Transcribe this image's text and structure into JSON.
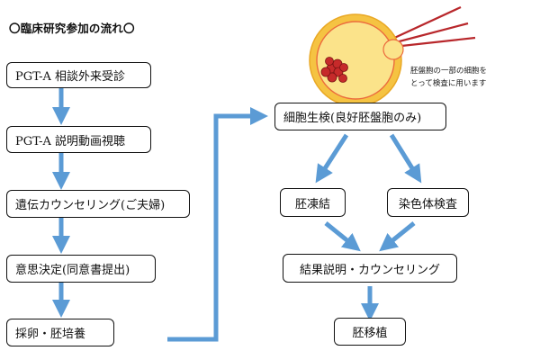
{
  "title": "〇臨床研究参加の流れ〇",
  "left_flow": [
    "PGT-A 相談外来受診",
    "PGT-A 説明動画視聴",
    "遺伝カウンセリング(ご夫婦)",
    "意思決定(同意書提出)",
    "採卵・胚培養"
  ],
  "right_flow": {
    "biopsy": "細胞生検(良好胚盤胞のみ)",
    "freeze": "胚凍結",
    "test": "染色体検査",
    "result": "結果説明・カウンセリング",
    "transfer": "胚移植"
  },
  "caption": [
    "胚盤胞の一部の細胞を",
    "とって検査に用います"
  ],
  "colors": {
    "arrow": "#5b9bd5",
    "embryo_outer": "#f5c342",
    "embryo_inner": "#fbe38a",
    "cells": "#c62a2a",
    "pipette": "#b8272b"
  }
}
